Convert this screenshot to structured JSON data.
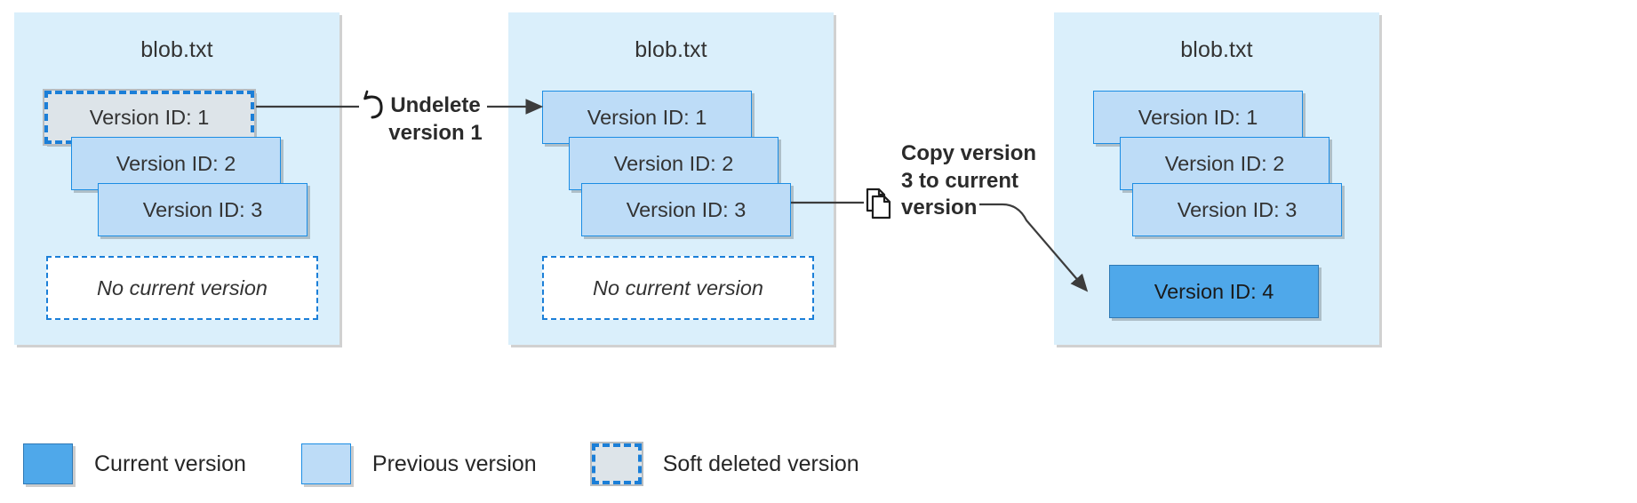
{
  "diagram": {
    "title_icon": "blob-file-icon",
    "legend": {
      "items": [
        {
          "key": "current",
          "label": "Current version",
          "color": "#4fa8ea",
          "swatch_icon": "current-version-swatch"
        },
        {
          "key": "previous",
          "label": "Previous version",
          "color": "#bddcf7",
          "swatch_icon": "previous-version-swatch"
        },
        {
          "key": "soft",
          "label": "Soft deleted version",
          "color": "#dde4e9",
          "swatch_icon": "soft-deleted-version-swatch"
        }
      ]
    },
    "panels": [
      {
        "id": "panel-1",
        "title": "blob.txt",
        "versions": [
          {
            "label": "Version ID: 1",
            "state": "soft"
          },
          {
            "label": "Version ID: 2",
            "state": "previous"
          },
          {
            "label": "Version ID: 3",
            "state": "previous"
          }
        ],
        "placeholder": "No current version"
      },
      {
        "id": "panel-2",
        "title": "blob.txt",
        "versions": [
          {
            "label": "Version ID: 1",
            "state": "previous"
          },
          {
            "label": "Version ID: 2",
            "state": "previous"
          },
          {
            "label": "Version ID: 3",
            "state": "previous"
          }
        ],
        "placeholder": "No current version"
      },
      {
        "id": "panel-3",
        "title": "blob.txt",
        "versions": [
          {
            "label": "Version ID: 1",
            "state": "previous"
          },
          {
            "label": "Version ID: 2",
            "state": "previous"
          },
          {
            "label": "Version ID: 3",
            "state": "previous"
          },
          {
            "label": "Version ID: 4",
            "state": "current"
          }
        ],
        "placeholder": ""
      }
    ],
    "annotations": [
      {
        "id": "undelete",
        "icon": "undo-arrow-icon",
        "line1": "Undelete",
        "line2": "version 1",
        "text": "Undelete version 1"
      },
      {
        "id": "copy",
        "icon": "copy-pages-icon",
        "line1": "Copy version",
        "line2": "3 to current",
        "line3": "version",
        "text": "Copy version 3 to current version"
      }
    ],
    "colors": {
      "panel_bg": "#daeffb",
      "previous_fill": "#bddcf7",
      "previous_border": "#1b8de4",
      "current_fill": "#4fa8ea",
      "current_border": "#2f79b5",
      "soft_fill": "#dde4e9",
      "soft_border": "#1b7fd8",
      "connector": "#3c3c3c"
    }
  }
}
